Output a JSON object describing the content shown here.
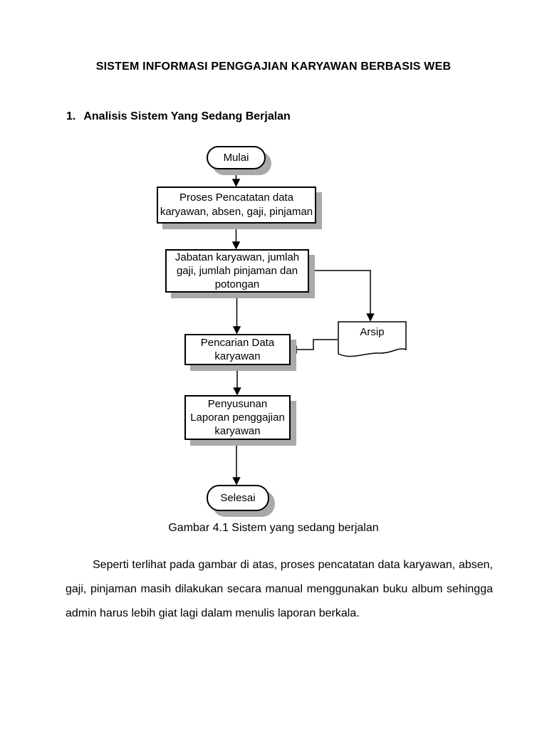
{
  "page": {
    "title": "SISTEM INFORMASI PENGGAJIAN KARYAWAN BERBASIS WEB",
    "heading": {
      "number": "1.",
      "text": "Analisis Sistem Yang Sedang Berjalan"
    },
    "figure_caption": "Gambar 4.1 Sistem yang sedang berjalan",
    "paragraph_lines": [
      "Seperti terlihat pada gambar di atas, proses pencatatan data karyawan, absen,",
      "gaji, pinjaman masih dilakukan secara manual menggunakan buku album sehingga",
      "admin harus lebih giat lagi dalam menulis laporan berkala."
    ]
  },
  "flowchart": {
    "nodes": {
      "start": {
        "type": "terminator",
        "lines": [
          "Mulai"
        ]
      },
      "process1": {
        "type": "process",
        "lines": [
          "Proses Pencatatan data",
          "karyawan, absen, gaji, pinjaman"
        ]
      },
      "process2": {
        "type": "process",
        "lines": [
          "Jabatan karyawan, jumlah",
          "gaji, jumlah pinjaman dan",
          "potongan"
        ]
      },
      "archive": {
        "type": "document",
        "lines": [
          "Arsip"
        ]
      },
      "process3": {
        "type": "process",
        "lines": [
          "Pencarian Data",
          "karyawan"
        ]
      },
      "process4": {
        "type": "process",
        "lines": [
          "Penyusunan",
          "Laporan penggajian",
          "karyawan"
        ]
      },
      "end": {
        "type": "terminator",
        "lines": [
          "Selesai"
        ]
      }
    },
    "colors": {
      "page_background": "#ffffff",
      "shape_fill": "#ffffff",
      "shape_border": "#000000",
      "shadow": "#a9a9a9",
      "connector": "#000000",
      "text": "#000000"
    }
  }
}
